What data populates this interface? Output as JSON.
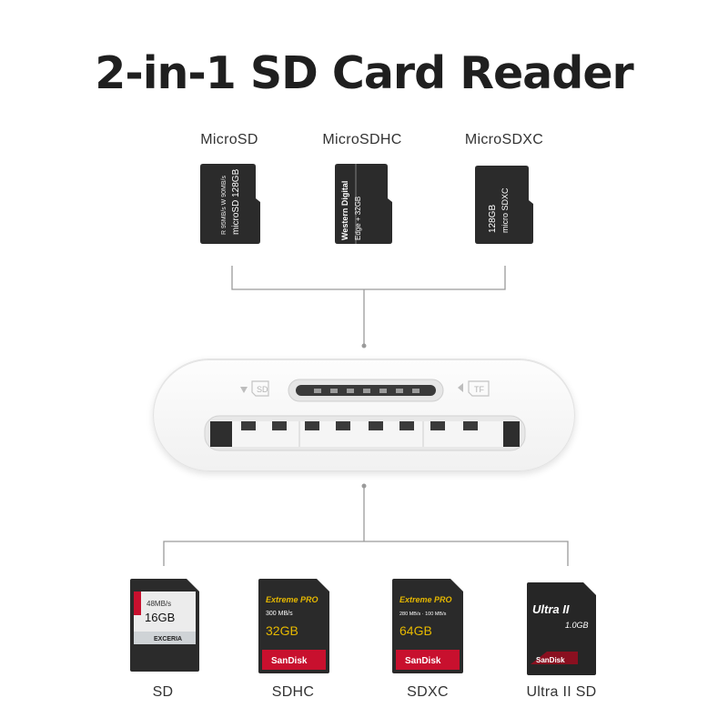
{
  "title": "2-in-1 SD Card Reader",
  "micro_cards": [
    {
      "label": "MicroSD",
      "lines": [
        "R 95MB/s W 90MB/s",
        "microSD 128GB"
      ]
    },
    {
      "label": "MicroSDHC",
      "lines": [
        "Western Digital",
        "Edge + 32GB"
      ]
    },
    {
      "label": "MicroSDXC",
      "lines": [
        "128GB",
        "micro SDXC"
      ]
    }
  ],
  "reader": {
    "slot_sd_label": "SD",
    "slot_tf_label": "TF"
  },
  "sd_cards": [
    {
      "label": "SD",
      "brand": "EXCERIA",
      "speed": "48MB/s",
      "capacity": "16GB"
    },
    {
      "label": "SDHC",
      "brand": "SanDisk",
      "series": "Extreme PRO",
      "speed": "300 MB/s",
      "capacity": "32GB"
    },
    {
      "label": "SDXC",
      "brand": "SanDisk",
      "series": "Extreme PRO",
      "speed": "280 MB/s · 100 MB/s",
      "capacity": "64GB"
    },
    {
      "label": "Ultra II SD",
      "brand": "SanDisk",
      "series": "Ultra II",
      "capacity": "1.0GB"
    }
  ],
  "colors": {
    "line": "#9a9a9a",
    "card": "#2b2b2b",
    "red": "#c8102e",
    "text": "#1f1f1f"
  }
}
